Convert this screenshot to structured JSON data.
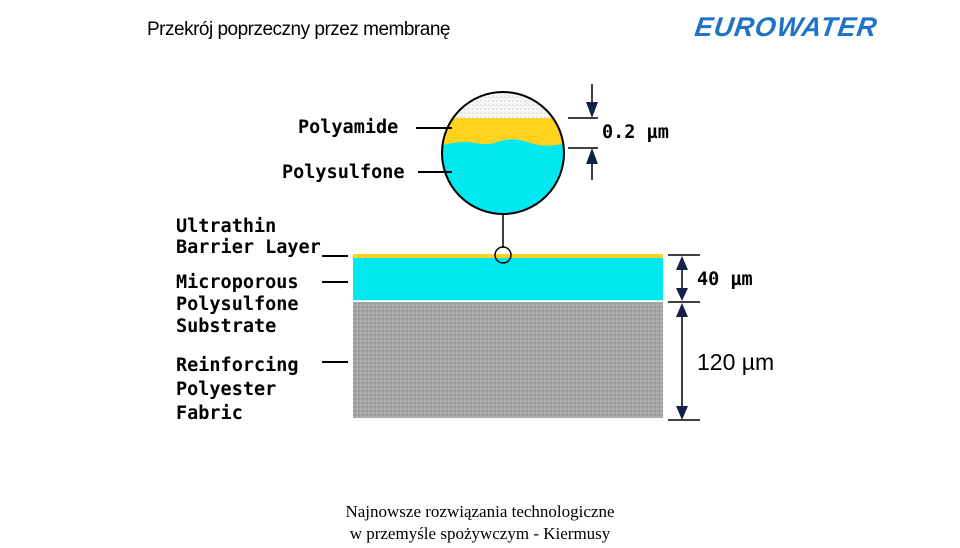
{
  "header": {
    "title": "Przekrój poprzeczny przez membranę",
    "logo_text": "EUROWATER"
  },
  "magnified_view": {
    "polyamide_label": "Polyamide",
    "polysulfone_label": "Polysulfone",
    "thickness_label": "0.2 µm"
  },
  "cross_section": {
    "layers": [
      {
        "label": "Ultrathin\nBarrier Layer",
        "color": "#ffd21f"
      },
      {
        "label": "Microporous\nPolysulfone\nSubstrate",
        "color": "#00e8f0"
      },
      {
        "label": "Reinforcing\nPolyester\nFabric",
        "color": "#a8a8a8"
      }
    ],
    "dimension_middle": "40 µm",
    "dimension_bottom": "120 µm"
  },
  "footer": {
    "line1": "Najnowsze rozwiązania technologiczne",
    "line2": "w przemyśle spożywczym - Kiermusy"
  },
  "colors": {
    "logo_blue": "#1e73c8",
    "arrow_navy": "#14204a"
  }
}
